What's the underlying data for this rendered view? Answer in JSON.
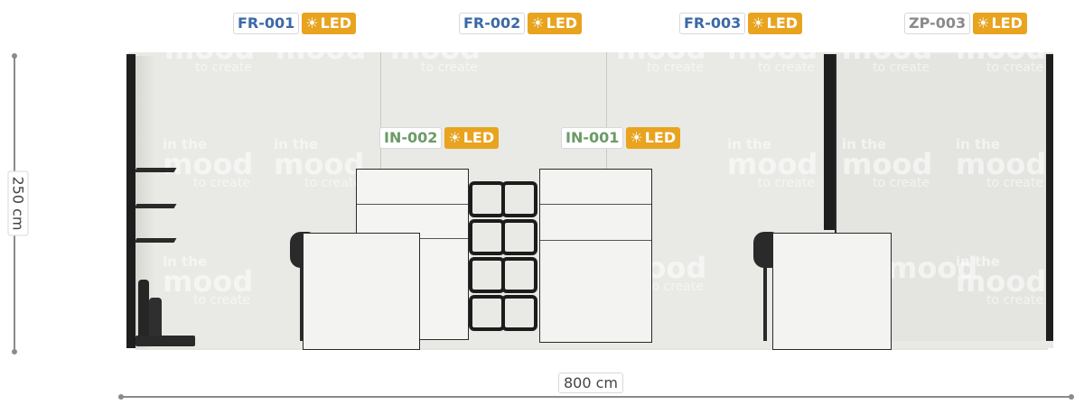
{
  "tags": {
    "fr001": {
      "code": "FR-001",
      "led": "LED"
    },
    "fr002": {
      "code": "FR-002",
      "led": "LED"
    },
    "fr003": {
      "code": "FR-003",
      "led": "LED"
    },
    "zp003": {
      "code": "ZP-003",
      "led": "LED"
    },
    "in002": {
      "code": "IN-002",
      "led": "LED"
    },
    "in001": {
      "code": "IN-001",
      "led": "LED"
    }
  },
  "led_icon": "sun-icon",
  "dimensions": {
    "height": "250 cm",
    "width": "800 cm"
  },
  "branding": {
    "line1": "in the",
    "line2": "mood",
    "line3": "to create"
  },
  "colors": {
    "fr_code": "#3c6aa6",
    "in_code": "#6a9b67",
    "zp_code": "#8a8a8a",
    "led_badge": "#e8a31f",
    "wall": "#e9e9e5",
    "frame": "#1e1e1e"
  }
}
